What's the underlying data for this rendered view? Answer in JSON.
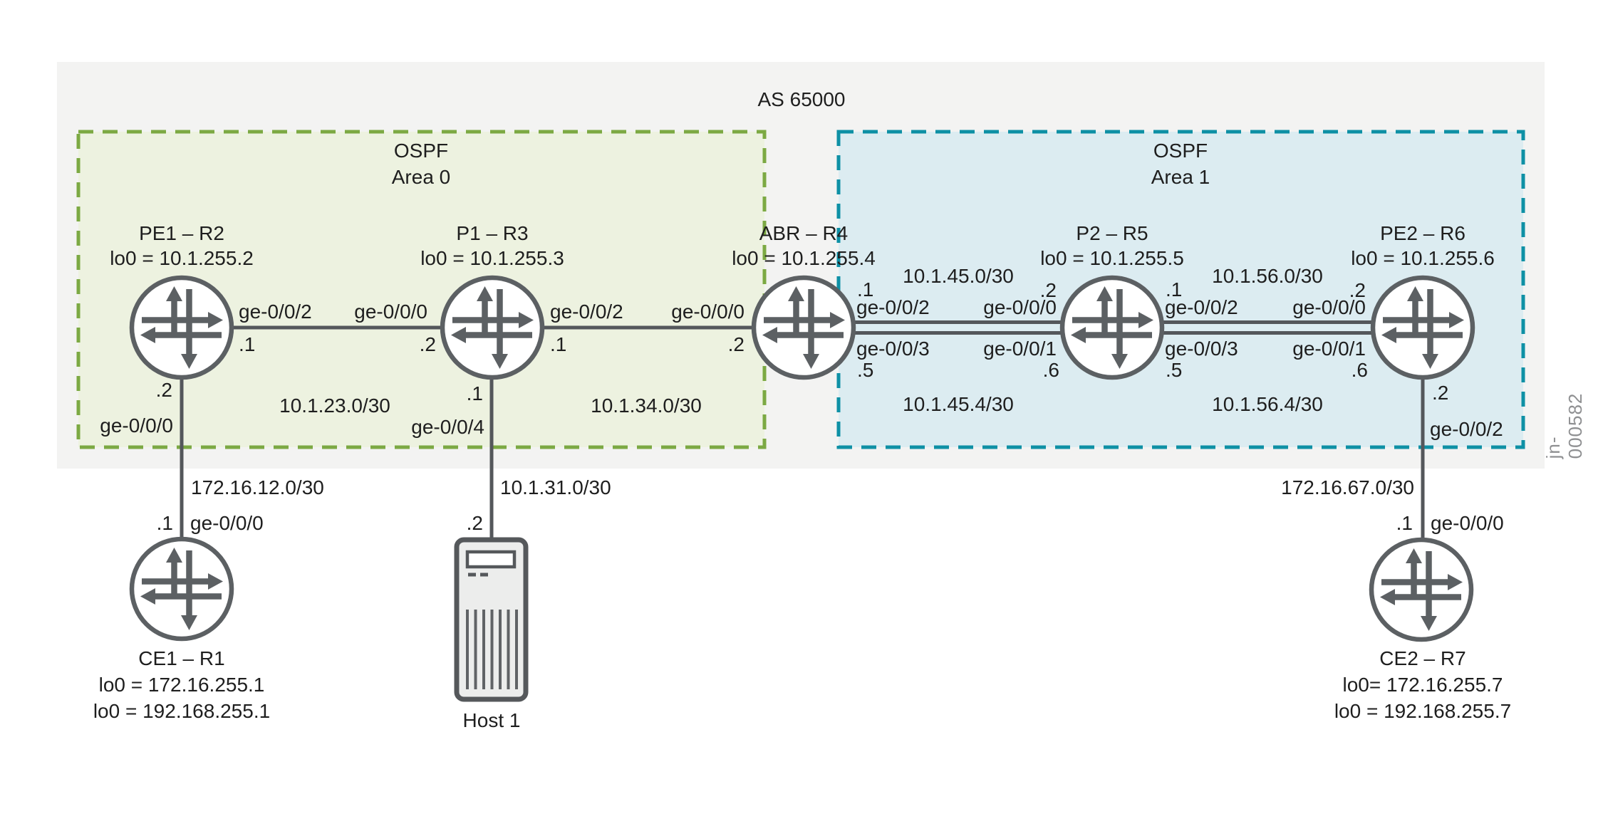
{
  "as_label": "AS 65000",
  "figure_code": "jn-000582",
  "areas": {
    "area0": {
      "protocol": "OSPF",
      "name": "Area 0",
      "border_color": "#7CA943",
      "fill_color": "#EDF2E0"
    },
    "area1": {
      "protocol": "OSPF",
      "name": "Area 1",
      "border_color": "#0E90A5",
      "fill_color": "#DCECF1"
    }
  },
  "nodes": {
    "pe1": {
      "name": "PE1 – R2",
      "lo0": "lo0 = 10.1.255.2"
    },
    "p1": {
      "name": "P1 – R3",
      "lo0": "lo0 = 10.1.255.3"
    },
    "abr": {
      "name": "ABR – R4",
      "lo0": "lo0 = 10.1.255.4"
    },
    "p2": {
      "name": "P2 – R5",
      "lo0": "lo0 = 10.1.255.5"
    },
    "pe2": {
      "name": "PE2 – R6",
      "lo0": "lo0 = 10.1.255.6"
    },
    "ce1": {
      "name": "CE1 – R1",
      "lo0_a": "lo0 = 172.16.255.1",
      "lo0_b": "lo0 = 192.168.255.1"
    },
    "ce2": {
      "name": "CE2 – R7",
      "lo0_a": "lo0= 172.16.255.7",
      "lo0_b": "lo0 = 192.168.255.7"
    },
    "host1": {
      "name": "Host 1"
    }
  },
  "links": {
    "pe1_p1": {
      "subnet": "10.1.23.0/30",
      "a_if": "ge-0/0/2",
      "a_ip": ".1",
      "b_if": "ge-0/0/0",
      "b_ip": ".2"
    },
    "p1_abr": {
      "subnet": "10.1.34.0/30",
      "a_if": "ge-0/0/2",
      "a_ip": ".1",
      "b_if": "ge-0/0/0",
      "b_ip": ".2"
    },
    "abr_p2_a": {
      "subnet": "10.1.45.0/30",
      "a_ip": ".1",
      "a_if": "ge-0/0/2",
      "b_ip": ".2",
      "b_if": "ge-0/0/0"
    },
    "abr_p2_b": {
      "subnet": "10.1.45.4/30",
      "a_if": "ge-0/0/3",
      "a_ip": ".5",
      "b_if": "ge-0/0/1",
      "b_ip": ".6"
    },
    "p2_pe2_a": {
      "subnet": "10.1.56.0/30",
      "a_ip": ".1",
      "a_if": "ge-0/0/2",
      "b_ip": ".2",
      "b_if": "ge-0/0/0"
    },
    "p2_pe2_b": {
      "subnet": "10.1.56.4/30",
      "a_if": "ge-0/0/3",
      "a_ip": ".5",
      "b_if": "ge-0/0/1",
      "b_ip": ".6"
    },
    "pe1_ce1": {
      "subnet": "172.16.12.0/30",
      "a_ip": ".2",
      "a_if": "ge-0/0/0",
      "b_ip": ".1",
      "b_if": "ge-0/0/0"
    },
    "p1_host1": {
      "subnet": "10.1.31.0/30",
      "a_ip": ".1",
      "a_if": "ge-0/0/4",
      "b_ip": ".2"
    },
    "pe2_ce2": {
      "subnet": "172.16.67.0/30",
      "a_ip": ".2",
      "a_if": "ge-0/0/2",
      "b_ip": ".1",
      "b_if": "ge-0/0/0"
    }
  }
}
